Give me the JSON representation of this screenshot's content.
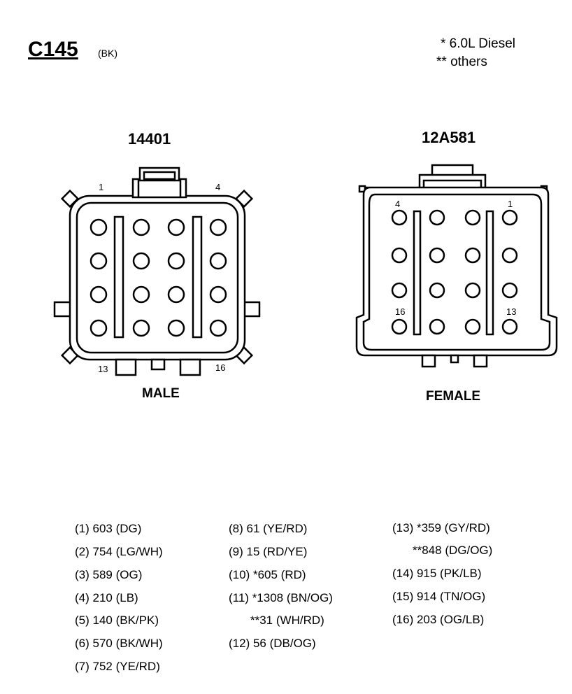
{
  "connector": {
    "id": "C145",
    "color_code": "(BK)"
  },
  "legend": [
    {
      "text": "*  6.0L Diesel"
    },
    {
      "text": "**  others"
    }
  ],
  "male": {
    "part_number": "14401",
    "caption": "MALE",
    "pin_labels": [
      "1",
      "4",
      "13",
      "16"
    ]
  },
  "female": {
    "part_number": "12A581",
    "caption": "FEMALE",
    "pin_labels": [
      "4",
      "1",
      "16",
      "13"
    ]
  },
  "wires": {
    "col1": [
      "(1) 603 (DG)",
      "(2) 754 (LG/WH)",
      "(3) 589 (OG)",
      "(4) 210 (LB)",
      "(5) 140 (BK/PK)",
      "(6) 570 (BK/WH)",
      "(7) 752 (YE/RD)"
    ],
    "col2": [
      "(8) 61 (YE/RD)",
      "(9) 15 (RD/YE)",
      "(10) *605 (RD)",
      "(11) *1308 (BN/OG)",
      "**31 (WH/RD)",
      "(12) 56 (DB/OG)"
    ],
    "col3": [
      "(13) *359 (GY/RD)",
      "**848 (DG/OG)",
      "(14) 915 (PK/LB)",
      "(15) 914 (TN/OG)",
      "(16) 203 (OG/LB)"
    ]
  }
}
